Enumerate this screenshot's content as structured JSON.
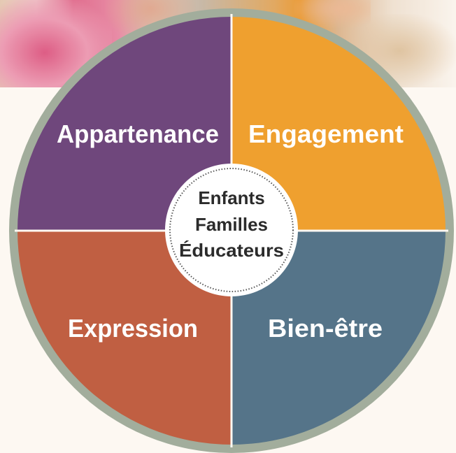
{
  "diagram": {
    "quadrants": [
      {
        "id": "appartenance",
        "label": "Appartenance",
        "color": "#6f477c"
      },
      {
        "id": "engagement",
        "label": "Engagement",
        "color": "#efa02f"
      },
      {
        "id": "expression",
        "label": "Expression",
        "color": "#c05f42"
      },
      {
        "id": "bien-etre",
        "label": "Bien-être",
        "color": "#557489"
      }
    ],
    "center": {
      "lines": [
        "Enfants",
        "Familles",
        "Éducateurs"
      ]
    },
    "ring_color": "#a2ad9c",
    "divider_color": "#fdf8f2"
  }
}
